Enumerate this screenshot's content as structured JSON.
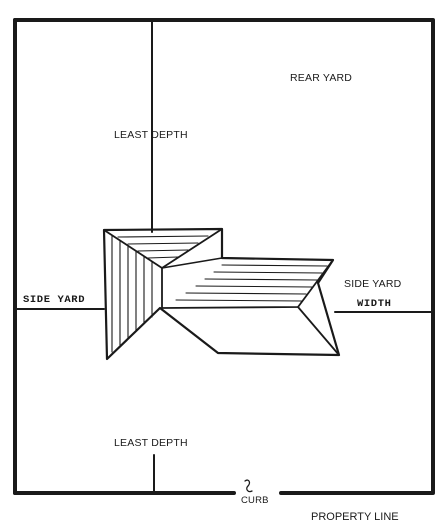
{
  "labels": {
    "rear_yard": "REAR YARD",
    "least_depth_top": "LEAST DEPTH",
    "side_yard_left": "SIDE YARD",
    "side_yard_right": "SIDE YARD",
    "width": "WIDTH",
    "least_depth_bottom": "LEAST DEPTH",
    "curb": "CURB",
    "property_line": "PROPERTY LINE"
  },
  "colors": {
    "ink": "#1a1a1a",
    "background": "#ffffff"
  }
}
